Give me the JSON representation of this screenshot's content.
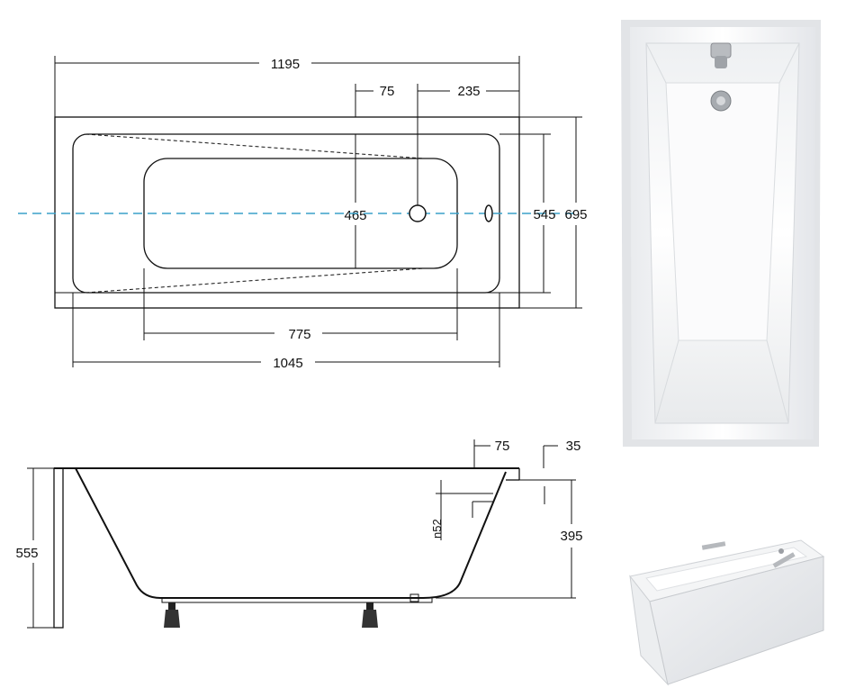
{
  "top_view": {
    "overall_length": "1195",
    "rim_width": "75",
    "drain_offset": "235",
    "inner_width": "465",
    "basin_width": "545",
    "overall_width": "695",
    "bottom_length": "775",
    "basin_length": "1045"
  },
  "side_view": {
    "rim_width": "75",
    "rim_thickness": "35",
    "overflow_height": "n52",
    "depth": "395",
    "total_height": "555"
  },
  "colors": {
    "centerline": "#3aa0c8",
    "line": "#111111",
    "tub_white": "#f7f7f7"
  },
  "icons": {
    "drain": "drain-icon",
    "overflow": "overflow-icon",
    "foot": "adjustable-foot-icon"
  }
}
